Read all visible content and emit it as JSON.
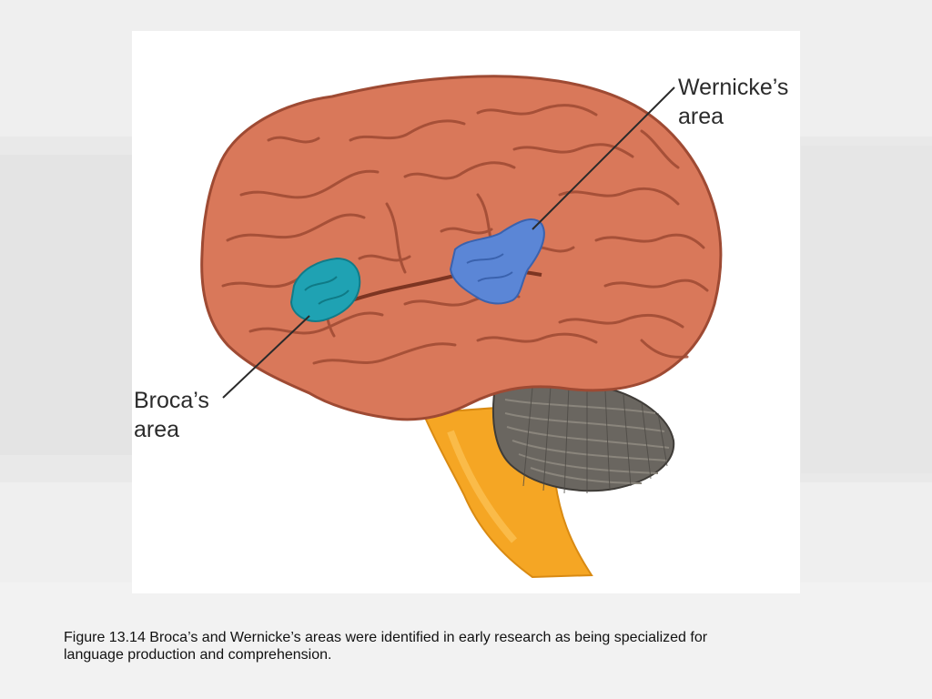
{
  "labels": {
    "wernicke_line1": "Wernicke’s",
    "wernicke_line2": "area",
    "broca_line1": "Broca’s",
    "broca_line2": "area"
  },
  "caption": {
    "line1": "Figure 13.14  Broca’s and Wernicke’s areas were identified in early research as being specialized for",
    "line2": "language production and comprehension."
  },
  "colors": {
    "cerebrum": "#d9785a",
    "gyrus_line": "#9e4a33",
    "broca_area": "#1fa2b3",
    "wernicke_area": "#5b86d6",
    "cerebellum": "#6a6660",
    "brainstem": "#f5a624"
  }
}
